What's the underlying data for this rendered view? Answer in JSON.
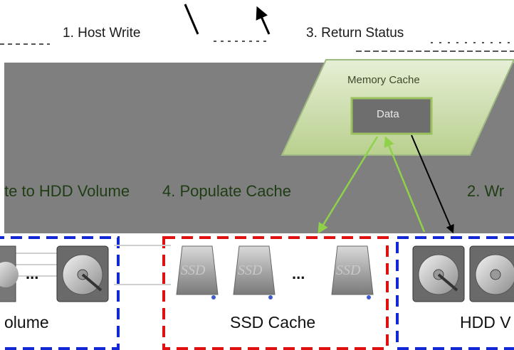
{
  "labels": {
    "host_write": "1. Host Write",
    "return_status": "3. Return Status",
    "memory_cache": "Memory Cache",
    "data": "Data",
    "write_to_hdd": "te to HDD Volume",
    "populate_cache": "4. Populate Cache",
    "write_partial": "2. Wr",
    "hdd_volume_left": "olume",
    "ssd_cache": "SSD Cache",
    "hdd_volume_right": "HDD V",
    "ellipsis_left": "...",
    "ellipsis_mid": "..."
  },
  "colors": {
    "panel": "#7f7f7f",
    "memory_cache_fill": "#cfdfb4",
    "data_fill": "#6e6e6e",
    "data_border": "#9cc25f",
    "green_arrow": "#8fd24a",
    "black_arrow": "#000000",
    "hdd_box_border": "#1228d6",
    "ssd_box_border": "#e01010"
  },
  "icons": [
    "hard-disk-icon",
    "ssd-icon"
  ]
}
